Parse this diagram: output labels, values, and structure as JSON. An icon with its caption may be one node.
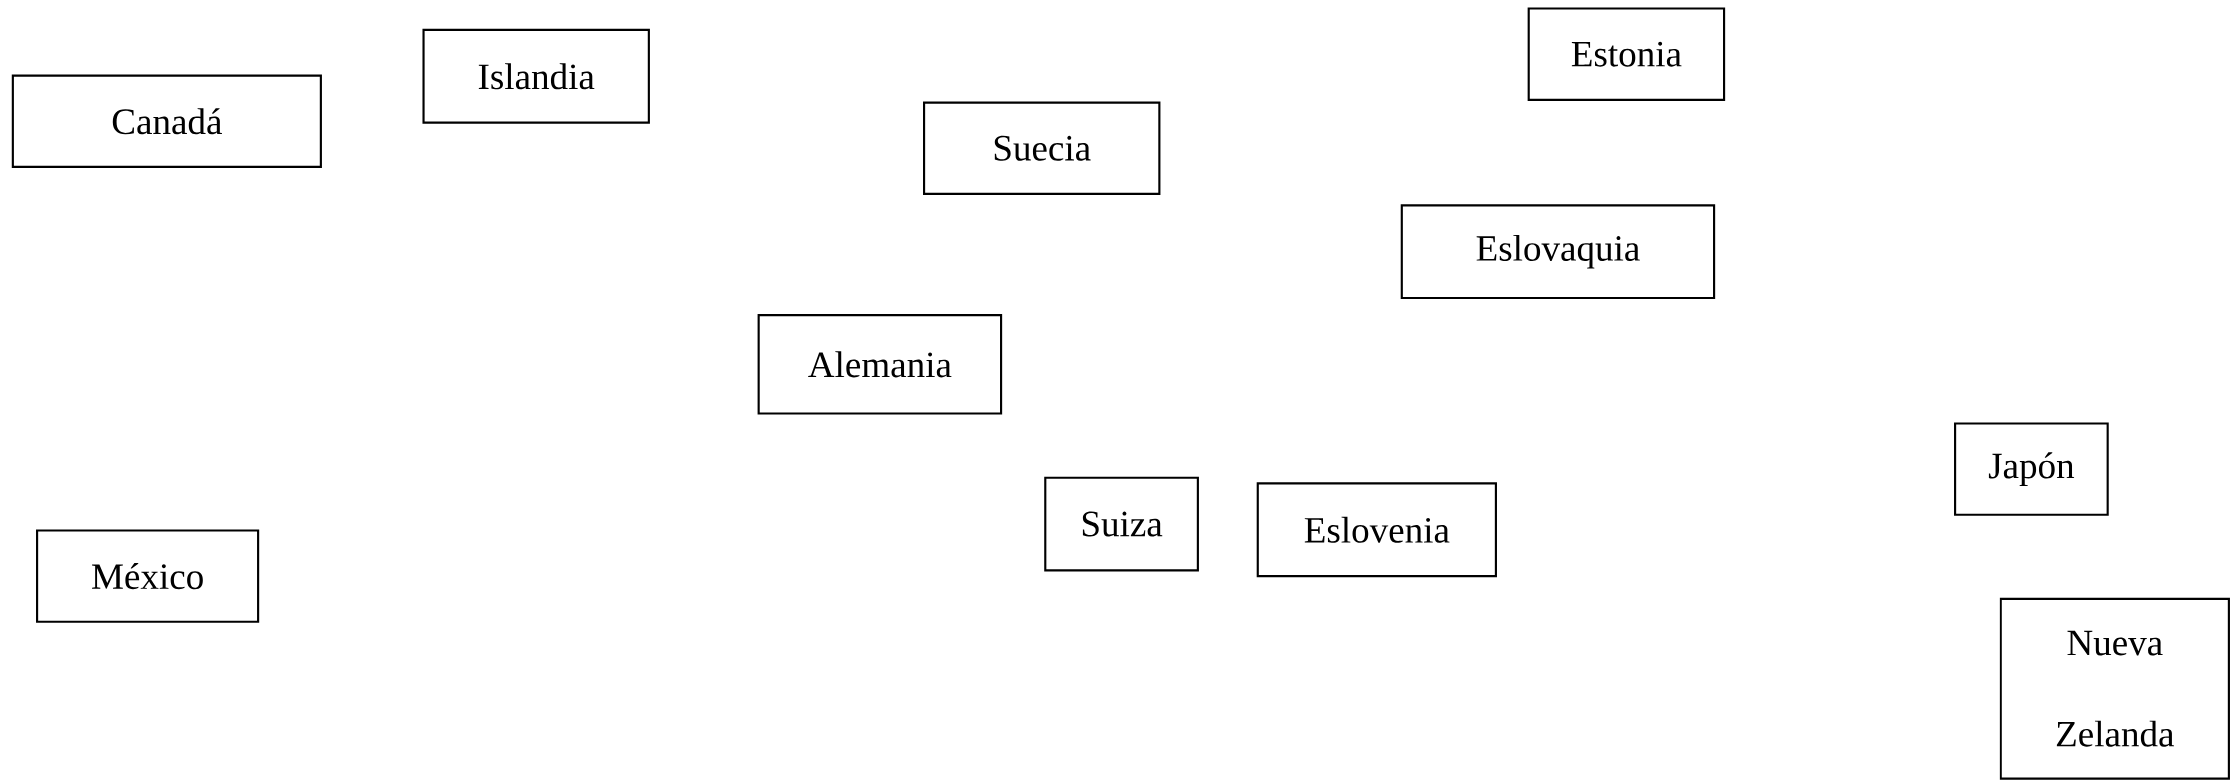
{
  "diagram": {
    "nodes": [
      {
        "text": [
          "Canadá"
        ]
      },
      {
        "text": [
          "Islandia"
        ]
      },
      {
        "text": [
          "Suecia"
        ]
      },
      {
        "text": [
          "Estonia"
        ]
      },
      {
        "text": [
          "Eslovaquia"
        ]
      },
      {
        "text": [
          "Alemania"
        ]
      },
      {
        "text": [
          "Suiza"
        ]
      },
      {
        "text": [
          "Eslovenia"
        ]
      },
      {
        "text": [
          "México"
        ]
      },
      {
        "text": [
          "Japón"
        ]
      },
      {
        "text": [
          "Nueva Zelanda"
        ]
      }
    ]
  }
}
